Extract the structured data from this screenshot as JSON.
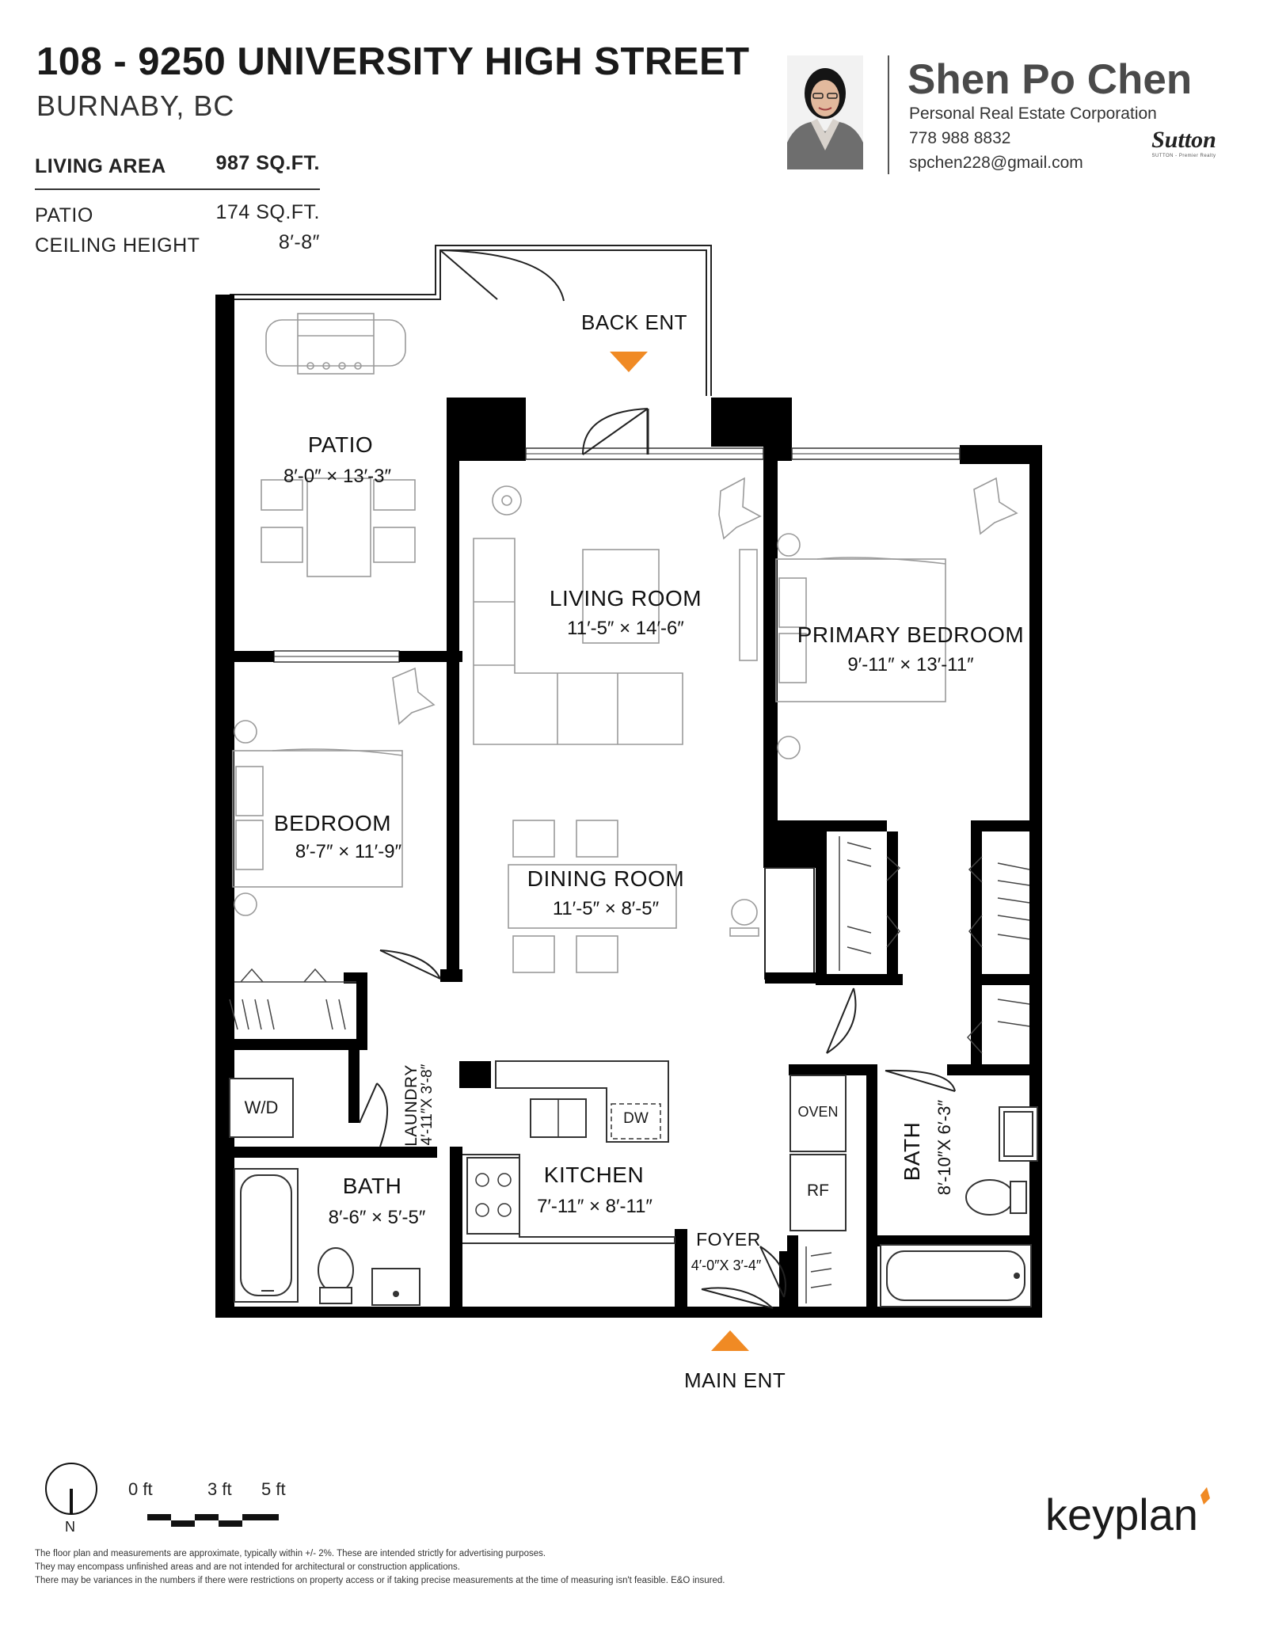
{
  "header": {
    "address": "108 - 9250 UNIVERSITY HIGH STREET",
    "city": "BURNABY, BC"
  },
  "stats": {
    "living_area_label": "LIVING AREA",
    "living_area_value": "987 SQ.FT.",
    "patio_label": "PATIO",
    "patio_value": "174 SQ.FT.",
    "ceiling_label": "CEILING HEIGHT",
    "ceiling_value": "8′-8″"
  },
  "agent": {
    "name": "Shen Po Chen",
    "title": "Personal Real Estate Corporation",
    "phone": "778 988 8832",
    "email": "spchen228@gmail.com",
    "brand": "Sutton",
    "brand_sub": "SUTTON - Premier Realty"
  },
  "rooms": {
    "patio": {
      "name": "PATIO",
      "dims": "8′-0″  ×  13′-3″"
    },
    "living": {
      "name": "LIVING ROOM",
      "dims": "11′-5″  ×  14′-6″"
    },
    "primary": {
      "name": "PRIMARY BEDROOM",
      "dims": "9′-11″  ×  13′-11″"
    },
    "bedroom": {
      "name": "BEDROOM",
      "dims": "8′-7″  ×  11′-9″"
    },
    "dining": {
      "name": "DINING ROOM",
      "dims": "11′-5″  ×  8′-5″"
    },
    "laundry": {
      "name": "LAUNDRY",
      "dims": "4′-11″X 3′-8″"
    },
    "bath1": {
      "name": "BATH",
      "dims": "8′-6″ × 5′-5″"
    },
    "kitchen": {
      "name": "KITCHEN",
      "dims": "7′-11″ × 8′-11″"
    },
    "foyer": {
      "name": "FOYER",
      "dims": "4′-0″X 3′-4″"
    },
    "bath2": {
      "name": "BATH",
      "dims": "8′-10″X 6′-3″"
    }
  },
  "fixtures": {
    "wd": "W/D",
    "dw": "DW",
    "oven": "OVEN",
    "rf": "RF"
  },
  "entries": {
    "back": "BACK ENT",
    "main": "MAIN ENT"
  },
  "accent_color": "#f08a24",
  "compass": {
    "north": "N"
  },
  "scale": {
    "t0": "0 ft",
    "t1": "3 ft",
    "t2": "5 ft"
  },
  "disclaimer": [
    "The floor plan and measurements are approximate, typically within +/- 2%. These are intended strictly for advertising purposes.",
    "They may encompass unfinished areas and are not intended for architectural or construction applications.",
    "There may be variances in the numbers if there were restrictions on property access or if taking precise measurements at the time of measuring isn't feasible. E&O insured."
  ],
  "footer_brand": "keyplan"
}
